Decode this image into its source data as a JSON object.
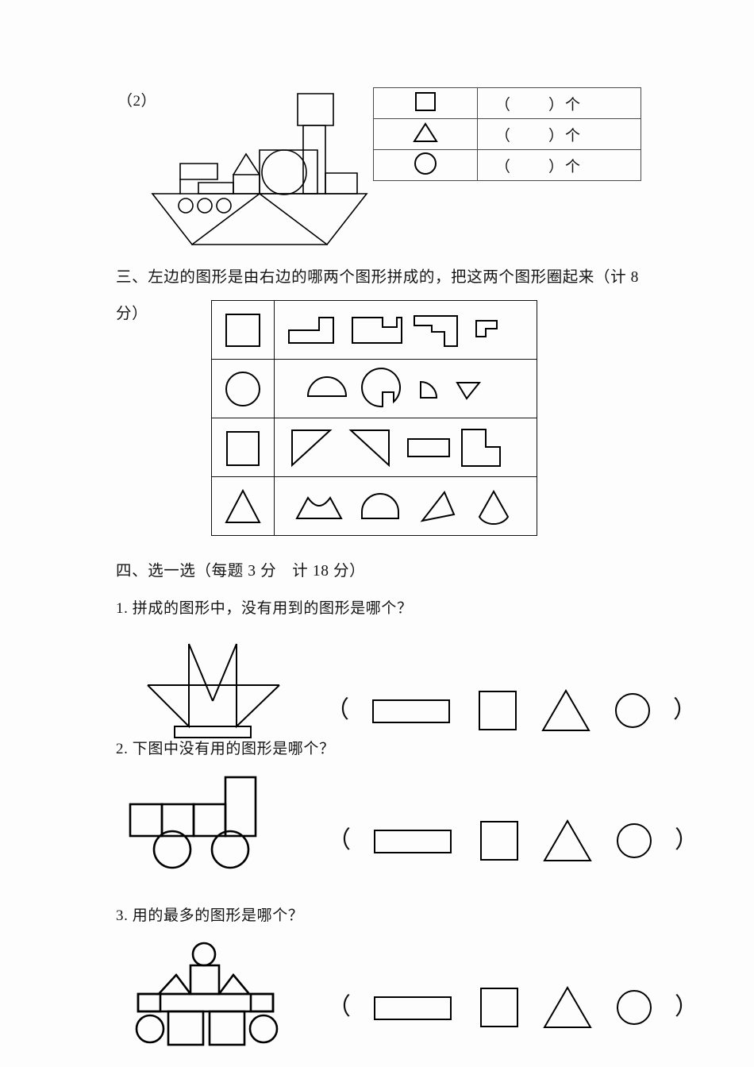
{
  "document": {
    "type": "math-worksheet",
    "language": "zh-CN",
    "page_background": "#fdfdfd",
    "ink_color": "#000000"
  },
  "question2_continued": {
    "label": "（2）",
    "figure_name": "ship-built-from-shapes",
    "table": {
      "rows": [
        {
          "shape": "square-icon",
          "count_text_open": "（",
          "count_text_close": "）",
          "unit": "个"
        },
        {
          "shape": "triangle-icon",
          "count_text_open": "（",
          "count_text_close": "）",
          "unit": "个"
        },
        {
          "shape": "circle-icon",
          "count_text_open": "（",
          "count_text_close": "）",
          "unit": "个"
        }
      ]
    }
  },
  "section3": {
    "heading_line1": "三、左边的图形是由右边的哪两个图形拼成的，把这两个图形圈起来（计 8",
    "heading_line2": "分）",
    "grid_rows": [
      {
        "target": "square-icon",
        "options": [
          "L-shape-step-icon",
          "notched-rect-icon",
          "staircase-shape-icon",
          "small-L-corner-icon"
        ]
      },
      {
        "target": "circle-icon",
        "options": [
          "semicircle-icon",
          "pacman-circle-icon",
          "quarter-circle-icon",
          "small-inverted-triangle-icon"
        ]
      },
      {
        "target": "square2-icon",
        "options": [
          "right-triangle-down-icon",
          "right-triangle-left-icon",
          "wide-rectangle-icon",
          "L-block-icon"
        ]
      },
      {
        "target": "triangle-icon",
        "options": [
          "concave-trapezoid-icon",
          "dome-semicircle-icon",
          "thin-triangle-icon",
          "fan-shape-icon"
        ]
      }
    ]
  },
  "section4": {
    "heading": "四、选一选（每题 3 分　计 18 分）",
    "questions": [
      {
        "number": "1.",
        "text": "1. 拼成的图形中，没有用到的图形是哪个？",
        "figure_name": "star-crown-figure",
        "options_open": "（",
        "options_close": "）",
        "options": [
          "rectangle-icon",
          "square-icon",
          "triangle-icon",
          "circle-icon"
        ]
      },
      {
        "number": "2.",
        "text": "2. 下图中没有用的图形是哪个？",
        "figure_name": "train-figure",
        "options_open": "（",
        "options_close": "）",
        "options": [
          "rectangle-icon",
          "square-icon",
          "triangle-icon",
          "circle-icon"
        ]
      },
      {
        "number": "3.",
        "text": "3. 用的最多的图形是哪个？",
        "figure_name": "robot-figure",
        "options_open": "（",
        "options_close": "）",
        "options": [
          "rectangle-icon",
          "square-icon",
          "triangle-icon",
          "circle-icon"
        ]
      }
    ]
  }
}
